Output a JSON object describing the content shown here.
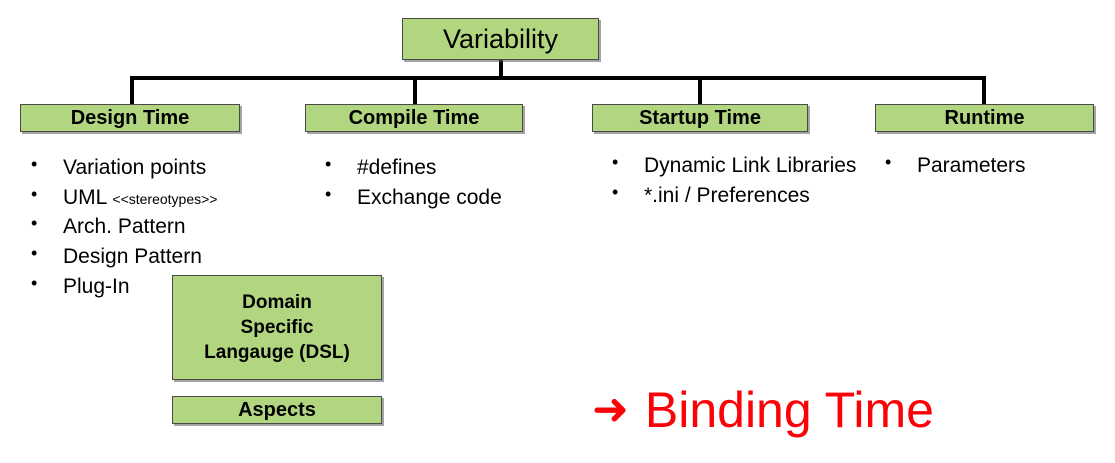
{
  "diagram": {
    "root": {
      "label": "Variability"
    },
    "categories": [
      {
        "id": "design-time",
        "label": "Design Time",
        "items": [
          {
            "text": "Variation points"
          },
          {
            "text": "UML ",
            "annotation": "<<stereotypes>>"
          },
          {
            "text": "Arch. Pattern"
          },
          {
            "text": "Design Pattern"
          },
          {
            "text": "Plug-In"
          }
        ]
      },
      {
        "id": "compile-time",
        "label": "Compile Time",
        "items": [
          {
            "text": "#defines"
          },
          {
            "text": "Exchange code"
          }
        ]
      },
      {
        "id": "startup-time",
        "label": "Startup Time",
        "items": [
          {
            "text": "Dynamic Link Libraries"
          },
          {
            "text": "*.ini / Preferences"
          }
        ]
      },
      {
        "id": "runtime",
        "label": "Runtime",
        "items": [
          {
            "text": "Parameters"
          }
        ]
      }
    ],
    "extra_boxes": [
      {
        "id": "dsl",
        "line1": "Domain",
        "line2": "Specific",
        "line3": "Langauge (DSL)"
      },
      {
        "id": "aspects",
        "label": "Aspects"
      }
    ],
    "annotation": {
      "icon": "right-arrow-icon",
      "arrow_glyph": "➜",
      "label": "Binding Time",
      "color": "#fb0209"
    },
    "colors": {
      "box_fill": "#b2d680",
      "box_border": "#4a4a4a",
      "connector": "#000000",
      "text": "#000000",
      "accent_red": "#fb0209"
    }
  }
}
